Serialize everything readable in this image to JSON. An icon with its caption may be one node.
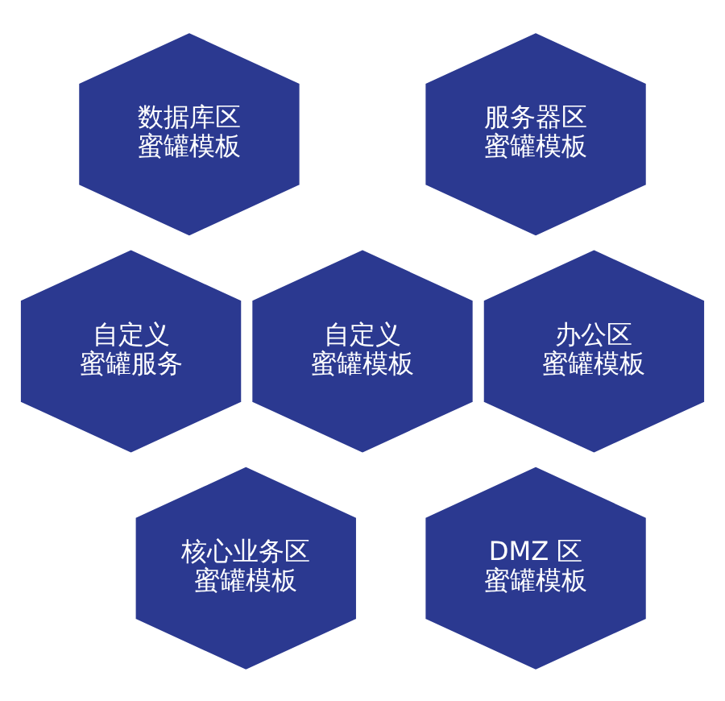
{
  "diagram": {
    "nodes": [
      {
        "text": [
          "数据库区",
          "蜜罐模板"
        ]
      },
      {
        "text": [
          "服务器区",
          "蜜罐模板"
        ]
      },
      {
        "text": [
          "自定义",
          "蜜罐服务"
        ]
      },
      {
        "text": [
          "自定义",
          "蜜罐模板"
        ]
      },
      {
        "text": [
          "办公区",
          "蜜罐模板"
        ]
      },
      {
        "text": [
          "核心业务区",
          "蜜罐模板"
        ]
      },
      {
        "text": [
          "DMZ 区",
          "蜜罐模板"
        ]
      }
    ]
  }
}
